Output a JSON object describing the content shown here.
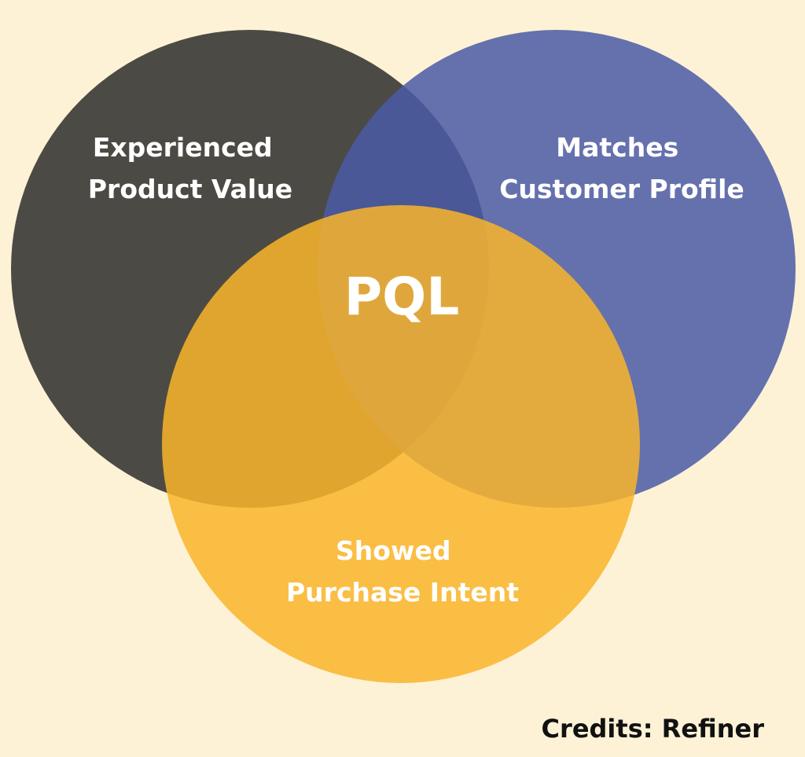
{
  "colors": {
    "background": "#fdf2d6",
    "circle_left": "#1f1f1f",
    "circle_right": "#4a5aa6",
    "circle_bottom": "#f9b52a",
    "text": "#ffffff",
    "credits_text": "#111111"
  },
  "diagram": {
    "circles": [
      {
        "id": "left",
        "lines": [
          "Experienced",
          "Product Value"
        ]
      },
      {
        "id": "right",
        "lines": [
          "Matches",
          "Customer Profile"
        ]
      },
      {
        "id": "bottom",
        "lines": [
          "Showed",
          "Purchase Intent"
        ]
      }
    ],
    "center_label": "PQL"
  },
  "credits": "Credits: Refiner"
}
